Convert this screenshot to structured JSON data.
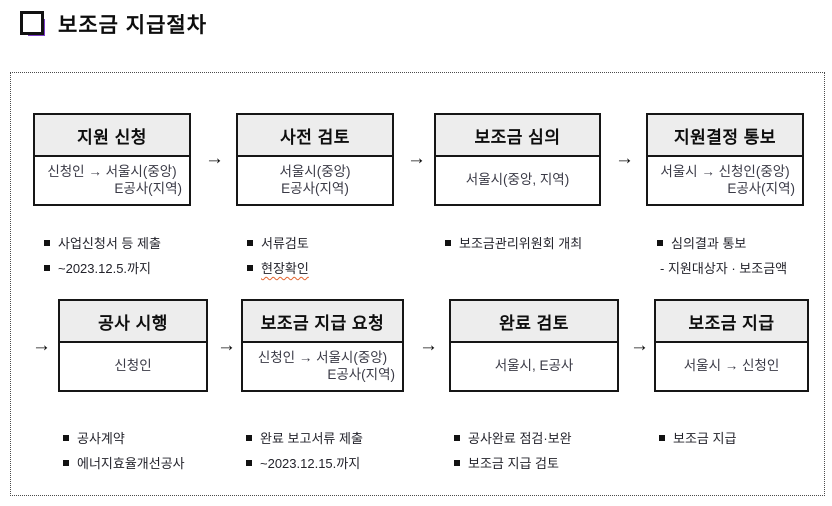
{
  "page": {
    "title": "보조금 지급절차"
  },
  "icons": {
    "arrow_right": "→",
    "title_icon": "double-square-bullet"
  },
  "colors": {
    "accent_purple": "#7d3cc8",
    "box_header_bg": "#ededed",
    "box_border": "#161616",
    "spellcheck_underline": "#e2642f"
  },
  "flow": {
    "steps": [
      {
        "title": "지원 신청",
        "body": [
          "신청인 → 서울시(중앙)",
          "E공사(지역)"
        ],
        "notes": [
          "사업신청서 등 제출",
          "~2023.12.5.까지"
        ]
      },
      {
        "title": "사전 검토",
        "body": [
          "서울시(중앙)",
          "E공사(지역)"
        ],
        "notes": [
          "서류검토",
          "현장확인"
        ]
      },
      {
        "title": "보조금 심의",
        "body": [
          "서울시(중앙, 지역)"
        ],
        "notes": [
          "보조금관리위원회 개최"
        ]
      },
      {
        "title": "지원결정 통보",
        "body": [
          "서울시 → 신청인(중앙)",
          "E공사(지역)"
        ],
        "notes": [
          "심의결과 통보",
          "- 지원대상자 · 보조금액"
        ]
      },
      {
        "title": "공사 시행",
        "body": [
          "신청인"
        ],
        "notes": [
          "공사계약",
          "에너지효율개선공사"
        ]
      },
      {
        "title": "보조금 지급 요청",
        "body": [
          "신청인 → 서울시(중앙)",
          "E공사(지역)"
        ],
        "notes": [
          "완료 보고서류 제출",
          "~2023.12.15.까지"
        ]
      },
      {
        "title": "완료 검토",
        "body": [
          "서울시, E공사"
        ],
        "notes": [
          "공사완료 점검·보완",
          "보조금 지급 검토"
        ]
      },
      {
        "title": "보조금 지급",
        "body": [
          "서울시 → 신청인"
        ],
        "notes": [
          "보조금 지급"
        ]
      }
    ]
  }
}
